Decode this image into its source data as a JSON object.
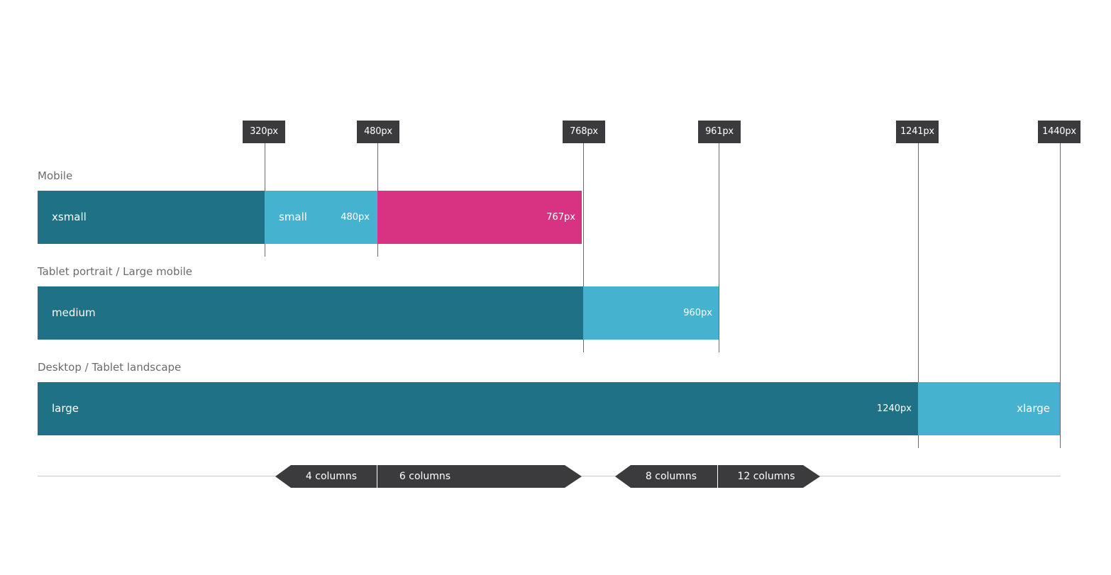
{
  "colors": {
    "dark_teal": "#1f7285",
    "light_blue": "#45b3d0",
    "magenta": "#d83282",
    "marker_bg": "#3b3b3e",
    "label_gray": "#6b6b6e",
    "baseline_gray": "#c8c8ca"
  },
  "markers": {
    "m320": "320px",
    "m480": "480px",
    "m768": "768px",
    "m961": "961px",
    "m1241": "1241px",
    "m1440": "1440px"
  },
  "groups": {
    "mobile": {
      "label": "Mobile",
      "xsmall": "xsmall",
      "small": "small",
      "small_end": "480px",
      "magenta_end": "767px"
    },
    "tablet": {
      "label": "Tablet portrait / Large mobile",
      "medium": "medium",
      "medium_end": "960px"
    },
    "desktop": {
      "label": "Desktop / Tablet landscape",
      "large": "large",
      "large_end": "1240px",
      "xlarge": "xlarge"
    }
  },
  "columns": {
    "c4": "4 columns",
    "c6": "6 columns",
    "c8": "8 columns",
    "c12": "12 columns"
  }
}
